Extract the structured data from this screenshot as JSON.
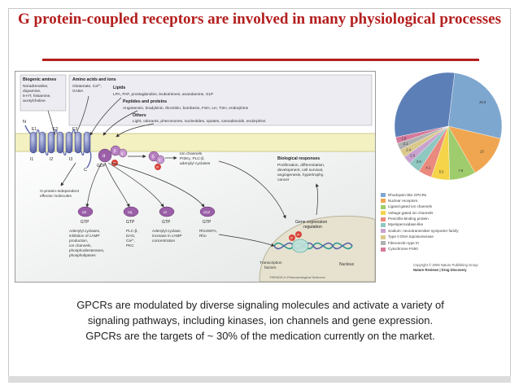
{
  "slide": {
    "title": "G protein-coupled receptors are involved in many physiological processes",
    "caption_lines": [
      "GPCRs are modulated by diverse signaling molecules and activate a variety of",
      "signaling pathways, including kinases, ion channels and gene expression.",
      "GPCRs are the targets of ~ 30% of the medication currently on the market."
    ],
    "colors": {
      "title": "#b41e1e",
      "rule": "#b41e1e"
    }
  },
  "diagram": {
    "ligands": {
      "biogenic_amines": {
        "heading": "Biogenic amines",
        "lines": [
          "Noradrenaline,",
          "dopamine,",
          "5-HT, histamine,",
          "acetylcholine"
        ]
      },
      "amino_acids": {
        "heading": "Amino acids and ions",
        "lines": [
          "Glutamate, Ca²⁺,",
          "GABA"
        ]
      },
      "lipids": {
        "heading": "Lipids",
        "lines": [
          "LPA, PAF, prostaglandins, leukotrienes, anandamine, S1P"
        ]
      },
      "peptides": {
        "heading": "Peptides and proteins",
        "lines": [
          "Angiotensin, bradykinin, thrombin, bombesin, FSH, LH, TSH, endorphins"
        ]
      },
      "others": {
        "heading": "Others",
        "lines": [
          "Light, odorants, pheromones, nucleotides, opiates, cannabinoids, endorphins"
        ]
      }
    },
    "receptor_labels": {
      "n": "N",
      "c": "C",
      "e1": "E1",
      "e2": "E2",
      "e3": "E3",
      "i1": "I1",
      "i2": "I2",
      "i3": "I3"
    },
    "gprotein": {
      "a": "α",
      "b": "β",
      "g": "γ",
      "gdp": "GDP",
      "p": "P"
    },
    "effector": {
      "lines": [
        "Ion channels",
        "PI3Kγ, PLC-β,",
        "adenylyl cyclases"
      ]
    },
    "biological": {
      "heading": "Biological responses",
      "lines": [
        "Proliferation, differentiation,",
        "development, cell survival,",
        "angiogenesis, hypertrophy,",
        "cancer"
      ]
    },
    "independent": {
      "lines": [
        "G-protein-independent",
        "effector molecules"
      ]
    },
    "gtp_units": [
      {
        "subunit": "αs",
        "gtp": "GTP",
        "lines": [
          "Adenylyl cyclases,",
          "inhibition of cAMP",
          "production,",
          "ion channels,",
          "phosphodiesterases,",
          "phospholipases"
        ]
      },
      {
        "subunit": "αq",
        "gtp": "GTP",
        "lines": [
          "PLC-β,",
          "DAG,",
          "Ca²⁺,",
          "PKC"
        ]
      },
      {
        "subunit": "αi",
        "gtp": "GTP",
        "lines": [
          "Adenylyl cyclase,",
          "increase in cAMP",
          "concentration"
        ]
      },
      {
        "subunit": "α12",
        "gtp": "GTP",
        "lines": [
          "RhoGEFs,",
          "Rho"
        ]
      }
    ],
    "gene": {
      "heading": "Gene expression",
      "sub": "regulation",
      "tf": [
        "Transcription",
        "factors"
      ],
      "nucleus": "Nucleus"
    },
    "source": "TRENDS in Pharmacological Sciences"
  },
  "pie": {
    "slices": [
      {
        "label": "Rhodopsin-like GPCRs",
        "value": 26.8,
        "color": "#7ea7cf",
        "printed": "26.8"
      },
      {
        "label": "Nuclear receptors",
        "value": 13,
        "color": "#f0a650",
        "printed": "13"
      },
      {
        "label": "Ligand-gated ion channels",
        "value": 7.9,
        "color": "#9fcc6c",
        "printed": "7.9"
      },
      {
        "label": "Voltage-gated ion channels",
        "value": 5.5,
        "color": "#f5d44a",
        "printed": "5.5"
      },
      {
        "label": "Penicillin-binding protein",
        "value": 4.1,
        "color": "#ea8a7e",
        "printed": "4.1"
      },
      {
        "label": "Myeloperoxidase-like",
        "value": 3.6,
        "color": "#8fc7c1",
        "printed": "3.6"
      },
      {
        "label": "Sodium: neurotransmitter symporter family",
        "value": 2.5,
        "color": "#c9a3cf",
        "printed": "2.5"
      },
      {
        "label": "Type II DNA topoisomerase",
        "value": 2.4,
        "color": "#d9c98a",
        "printed": "2.4"
      },
      {
        "label": "Fibronectin type III",
        "value": 2.1,
        "color": "#b0b0b0",
        "printed": "2.1"
      },
      {
        "label": "Cytochrome P450",
        "value": 1.9,
        "color": "#d57a9c",
        "printed": "1.9"
      },
      {
        "label": "",
        "value": 30.2,
        "color": "#5d7fb8",
        "printed": ""
      }
    ],
    "copyright": [
      "Copyright © 2006 Nature Publishing Group",
      "Nature Reviews | Drug Discovery"
    ]
  }
}
